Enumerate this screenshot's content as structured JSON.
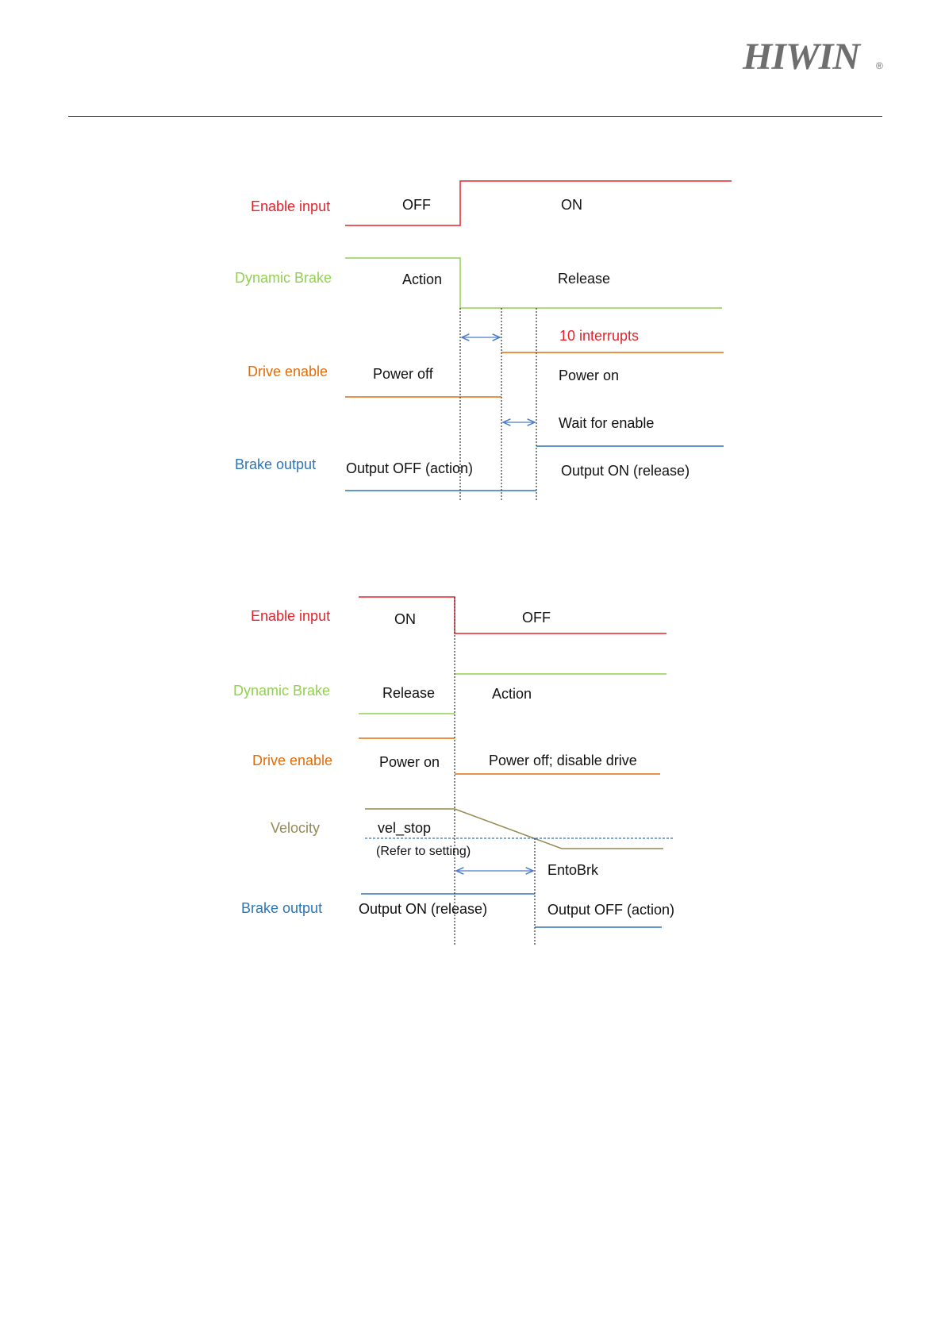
{
  "header": {
    "logo": "HIWIN",
    "registered": "®"
  },
  "colors": {
    "enable": "#e8202a",
    "dynamic": "#92d050",
    "drive": "#e36c0a",
    "velocity": "#948a54",
    "brake": "#2e75b6",
    "arrow": "#4a7cc7"
  },
  "diagram1": {
    "signals": {
      "enable_input": "Enable input",
      "dynamic_brake": "Dynamic Brake",
      "drive_enable": "Drive enable",
      "brake_output": "Brake output"
    },
    "states": {
      "off": "OFF",
      "on": "ON",
      "action": "Action",
      "release": "Release",
      "interrupts": "10 interrupts",
      "power_off": "Power off",
      "power_on": "Power on",
      "wait_enable": "Wait for enable",
      "output_off": "Output OFF (action)",
      "output_on": "Output ON (release)"
    }
  },
  "diagram2": {
    "signals": {
      "enable_input": "Enable input",
      "dynamic_brake": "Dynamic Brake",
      "drive_enable": "Drive enable",
      "velocity": "Velocity",
      "brake_output": "Brake output"
    },
    "states": {
      "on": "ON",
      "off": "OFF",
      "release": "Release",
      "action": "Action",
      "power_on": "Power on",
      "power_off_disable": "Power off; disable drive",
      "vel_stop": "vel_stop",
      "refer_setting": "(Refer to setting)",
      "entobrk": "EntoBrk",
      "output_on": "Output ON (release)",
      "output_off": "Output OFF (action)"
    }
  }
}
